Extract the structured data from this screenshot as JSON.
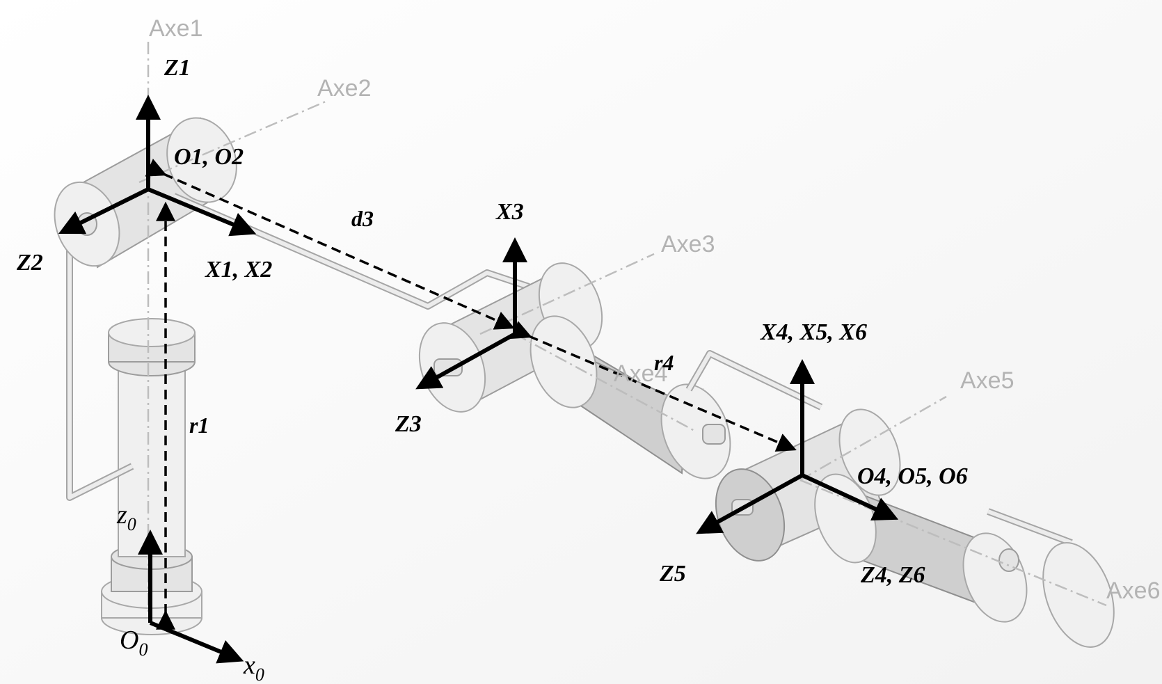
{
  "axes": {
    "axe1": "Axe1",
    "axe2": "Axe2",
    "axe3": "Axe3",
    "axe4": "Axe4",
    "axe5": "Axe5",
    "axe6": "Axe6"
  },
  "frames": {
    "z1": "Z1",
    "o1_o2": "O1, O2",
    "z2": "Z2",
    "x1_x2": "X1, X2",
    "x3": "X3",
    "z3": "Z3",
    "x4_x5_x6": "X4, X5, X6",
    "o4_o5_o6": "O4, O5, O6",
    "z5": "Z5",
    "z4_z6": "Z4, Z6"
  },
  "dimensions": {
    "d3": "d3",
    "r4": "r4",
    "r1": "r1"
  },
  "base": {
    "z0_main": "z",
    "z0_sub": "0",
    "o0_main": "O",
    "o0_sub": "0",
    "x0_main": "x",
    "x0_sub": "0"
  }
}
